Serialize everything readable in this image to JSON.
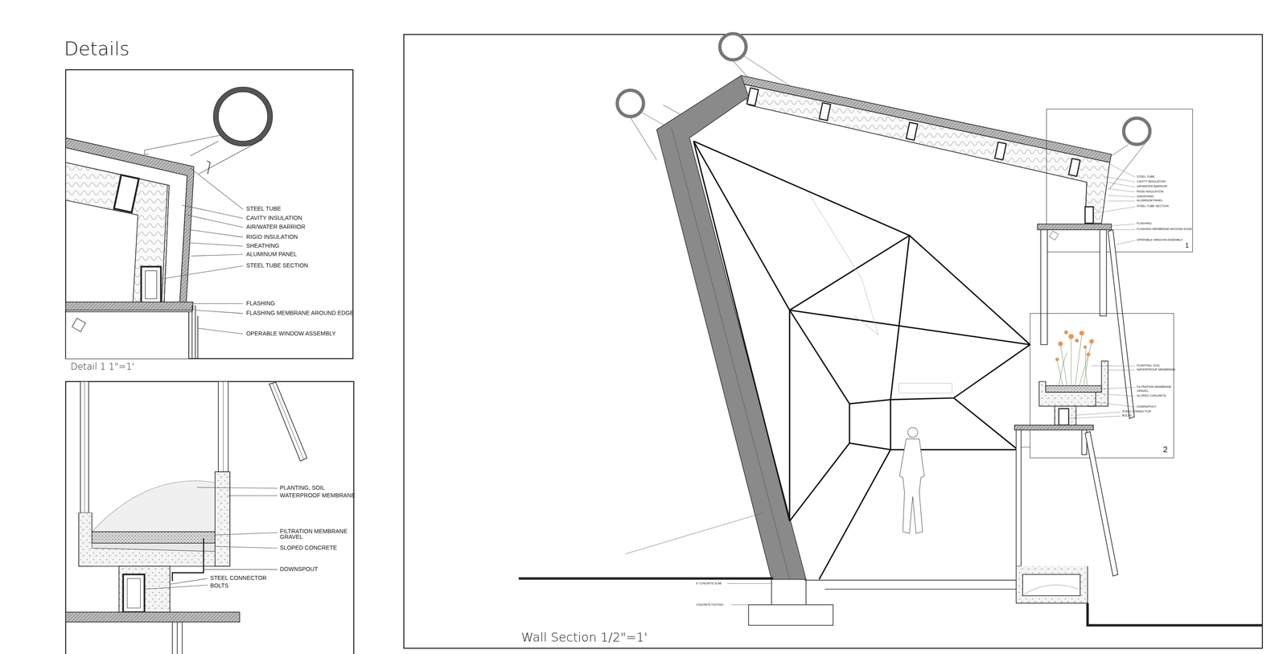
{
  "diagram": {
    "title": "Details",
    "labels": [
      "STEEL TUBE",
      "CAVITY INSULATION",
      "AIR/WATER BARRIOR",
      "RIGID INSULATION",
      "SHEATHING",
      "ALUMINUM PANEL",
      "STEEL TUBE SECTION",
      "FLASHING",
      "FLASHING MEMBRANE AROUND EDGE",
      "OPERABLE WINDOW ASSEMBLY",
      "Detail 1 1\"=1'",
      "PLANTING, SOIL",
      "WATERPROOF MEMBRANE",
      "FILTRATION MEMBRANE",
      "GRAVEL",
      "SLOPED CONCRETE",
      "DOWNSPOUT",
      "STEEL CONNECTOR",
      "BOLTS",
      "STEEL TUBE",
      "CAVITY INSULATION",
      "AIR/WATER BARRIOR",
      "RIGID INSULATION",
      "SHEATHING",
      "ALUMINUM PANEL",
      "STEEL TUBE SECTION",
      "FLASHING",
      "FLASHING MEMBRANE AROUND EDGE",
      "OPERABLE WINDOW ASSEMBLY",
      "1",
      "PLANTING, SOIL",
      "WATERPROOF MEMBRANE",
      "FILTRATION MEMBRANE",
      "GRAVEL",
      "SLOPED CONCRETE",
      "DOWNSPOUT",
      "STEEL CONNECTOR",
      "BOLTS",
      "2",
      "8\" CONCRETE SLAB",
      "CONCRETE FOOTING",
      "Wall Section 1/2\"=1'"
    ]
  }
}
